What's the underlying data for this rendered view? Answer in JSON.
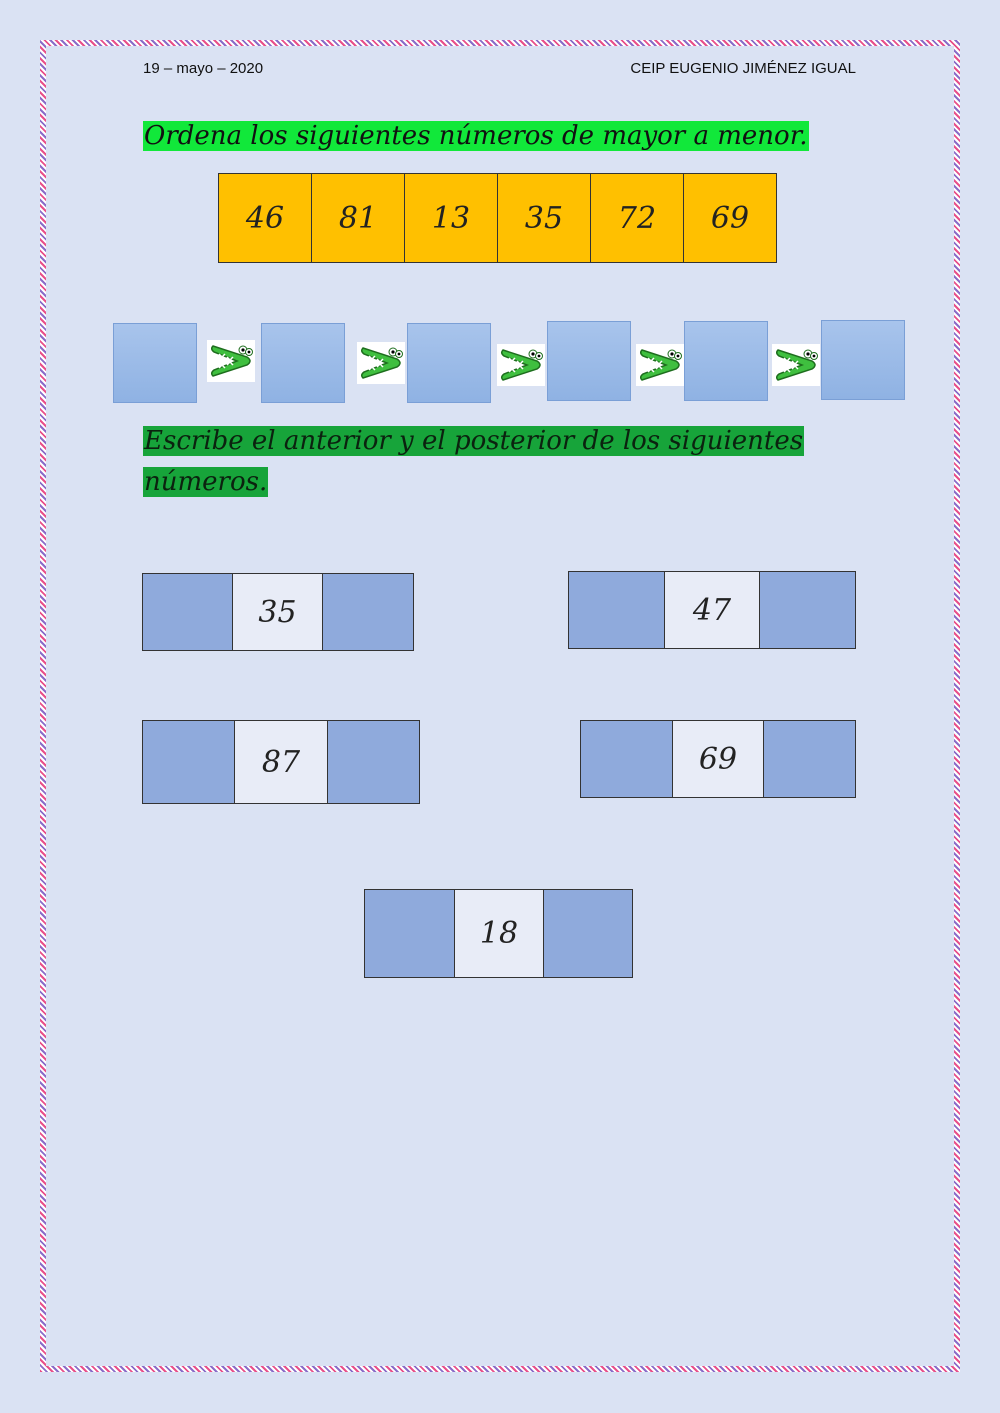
{
  "header": {
    "date": "19 – mayo – 2020",
    "school": "CEIP EUGENIO JIMÉNEZ IGUAL"
  },
  "section1": {
    "instruction": "Ordena los siguientes números de mayor a menor.",
    "numbers": [
      "46",
      "81",
      "13",
      "35",
      "72",
      "69"
    ],
    "comparison_symbol_icon": "crocodile-greater-than-icon"
  },
  "section2": {
    "instruction_line1": "Escribe el anterior y el posterior de los siguientes",
    "instruction_line2": "números.",
    "numbers": [
      "35",
      "47",
      "87",
      "69",
      "18"
    ]
  },
  "colors": {
    "background": "#dae2f3",
    "number_cells": "#ffc000",
    "highlight1": "#11e83a",
    "highlight2": "#17a43a",
    "answer_boxes": "#8faadc"
  }
}
